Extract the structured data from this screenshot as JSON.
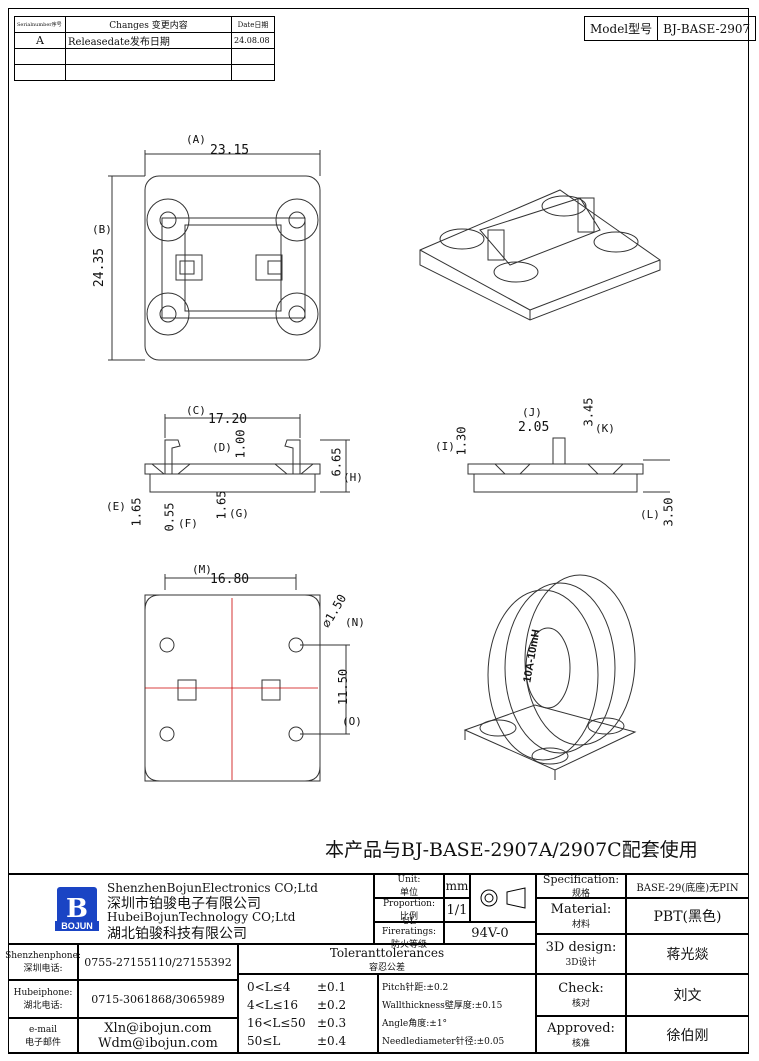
{
  "revision_table": {
    "headers": {
      "serial": "Serialnumber序号",
      "changes": "Changes 变更内容",
      "date": "Date日期"
    },
    "rows": [
      {
        "serial": "A",
        "changes": "Releasedate发布日期",
        "date": "24.08.08"
      },
      {
        "serial": "",
        "changes": "",
        "date": ""
      },
      {
        "serial": "",
        "changes": "",
        "date": ""
      }
    ]
  },
  "model": {
    "label": "Model型号",
    "value": "BJ-BASE-2907"
  },
  "dimensions": {
    "A": "(A)",
    "A_val": "23.15",
    "B": "(B)",
    "B_val": "24.35",
    "C": "(C)",
    "C_val": "17.20",
    "D": "(D)",
    "D_val": "1.00",
    "E": "(E)",
    "E_val": "1.65",
    "F": "(F)",
    "F_val": "0.55",
    "G": "(G)",
    "G_val": "1.65",
    "H": "(H)",
    "H_val": "6.65",
    "I": "(I)",
    "I_val": "1.30",
    "J": "(J)",
    "J_val": "2.05",
    "K": "(K)",
    "K_val": "3.45",
    "L": "(L)",
    "L_val": "3.50",
    "M": "(M)",
    "M_val": "16.80",
    "N": "(N)",
    "N_val": "⌀1.50",
    "O": "(O)",
    "O_val": "11.50"
  },
  "coil_marking": "10A-10mH",
  "note": "本产品与BJ-BASE-2907A/2907C配套使用",
  "company": {
    "logo_text": "BOJUN",
    "lines": [
      "ShenzhenBojunElectronics CO;Ltd",
      "深圳市铂骏电子有限公司",
      "HubeiBojunTechnology CO;Ltd",
      "湖北铂骏科技有限公司"
    ]
  },
  "contacts": [
    {
      "label": "Shenzhenphone:",
      "label_cn": "深圳电话:",
      "value": "0755-27155110/27155392"
    },
    {
      "label": "Hubeiphone:",
      "label_cn": "湖北电话:",
      "value": "0715-3061868/3065989"
    },
    {
      "label": "e-mail",
      "label_cn": "电子邮件",
      "value": "Xln@ibojun.com",
      "value2": "Wdm@ibojun.com"
    }
  ],
  "unit": {
    "label": "Unit:",
    "label_cn": "单位",
    "value": "mm"
  },
  "proportion": {
    "label": "Proportion:",
    "label_cn": "比例",
    "value": "1/1"
  },
  "ul": {
    "label": "UL Fireratings:",
    "label_cn": "防火等级",
    "value": "94V-0"
  },
  "tolerances": {
    "title": "Toleranttolerances",
    "title_cn": "容忍公差",
    "ranges": [
      {
        "range": "0<L≤4",
        "tol": "±0.1"
      },
      {
        "range": "4<L≤16",
        "tol": "±0.2"
      },
      {
        "range": "16<L≤50",
        "tol": "±0.3"
      },
      {
        "range": "50≤L",
        "tol": "±0.4"
      }
    ],
    "others": [
      "Pitch针距:±0.2",
      "Wallthickness壁厚度:±0.15",
      "Angle角度:±1°",
      "Needlediameter针径:±0.05"
    ]
  },
  "spec": {
    "label": "Specification:",
    "label_cn": "规格",
    "value": "BASE-29(底座)无PIN"
  },
  "material": {
    "label": "Material:",
    "label_cn": "材料",
    "value": "PBT(黑色)"
  },
  "design": {
    "label": "3D design:",
    "label_cn": "3D设计",
    "value": "蒋光燚"
  },
  "check": {
    "label": "Check:",
    "label_cn": "核对",
    "value": "刘文"
  },
  "approved": {
    "label": "Approved:",
    "label_cn": "核准",
    "value": "徐伯刚"
  }
}
